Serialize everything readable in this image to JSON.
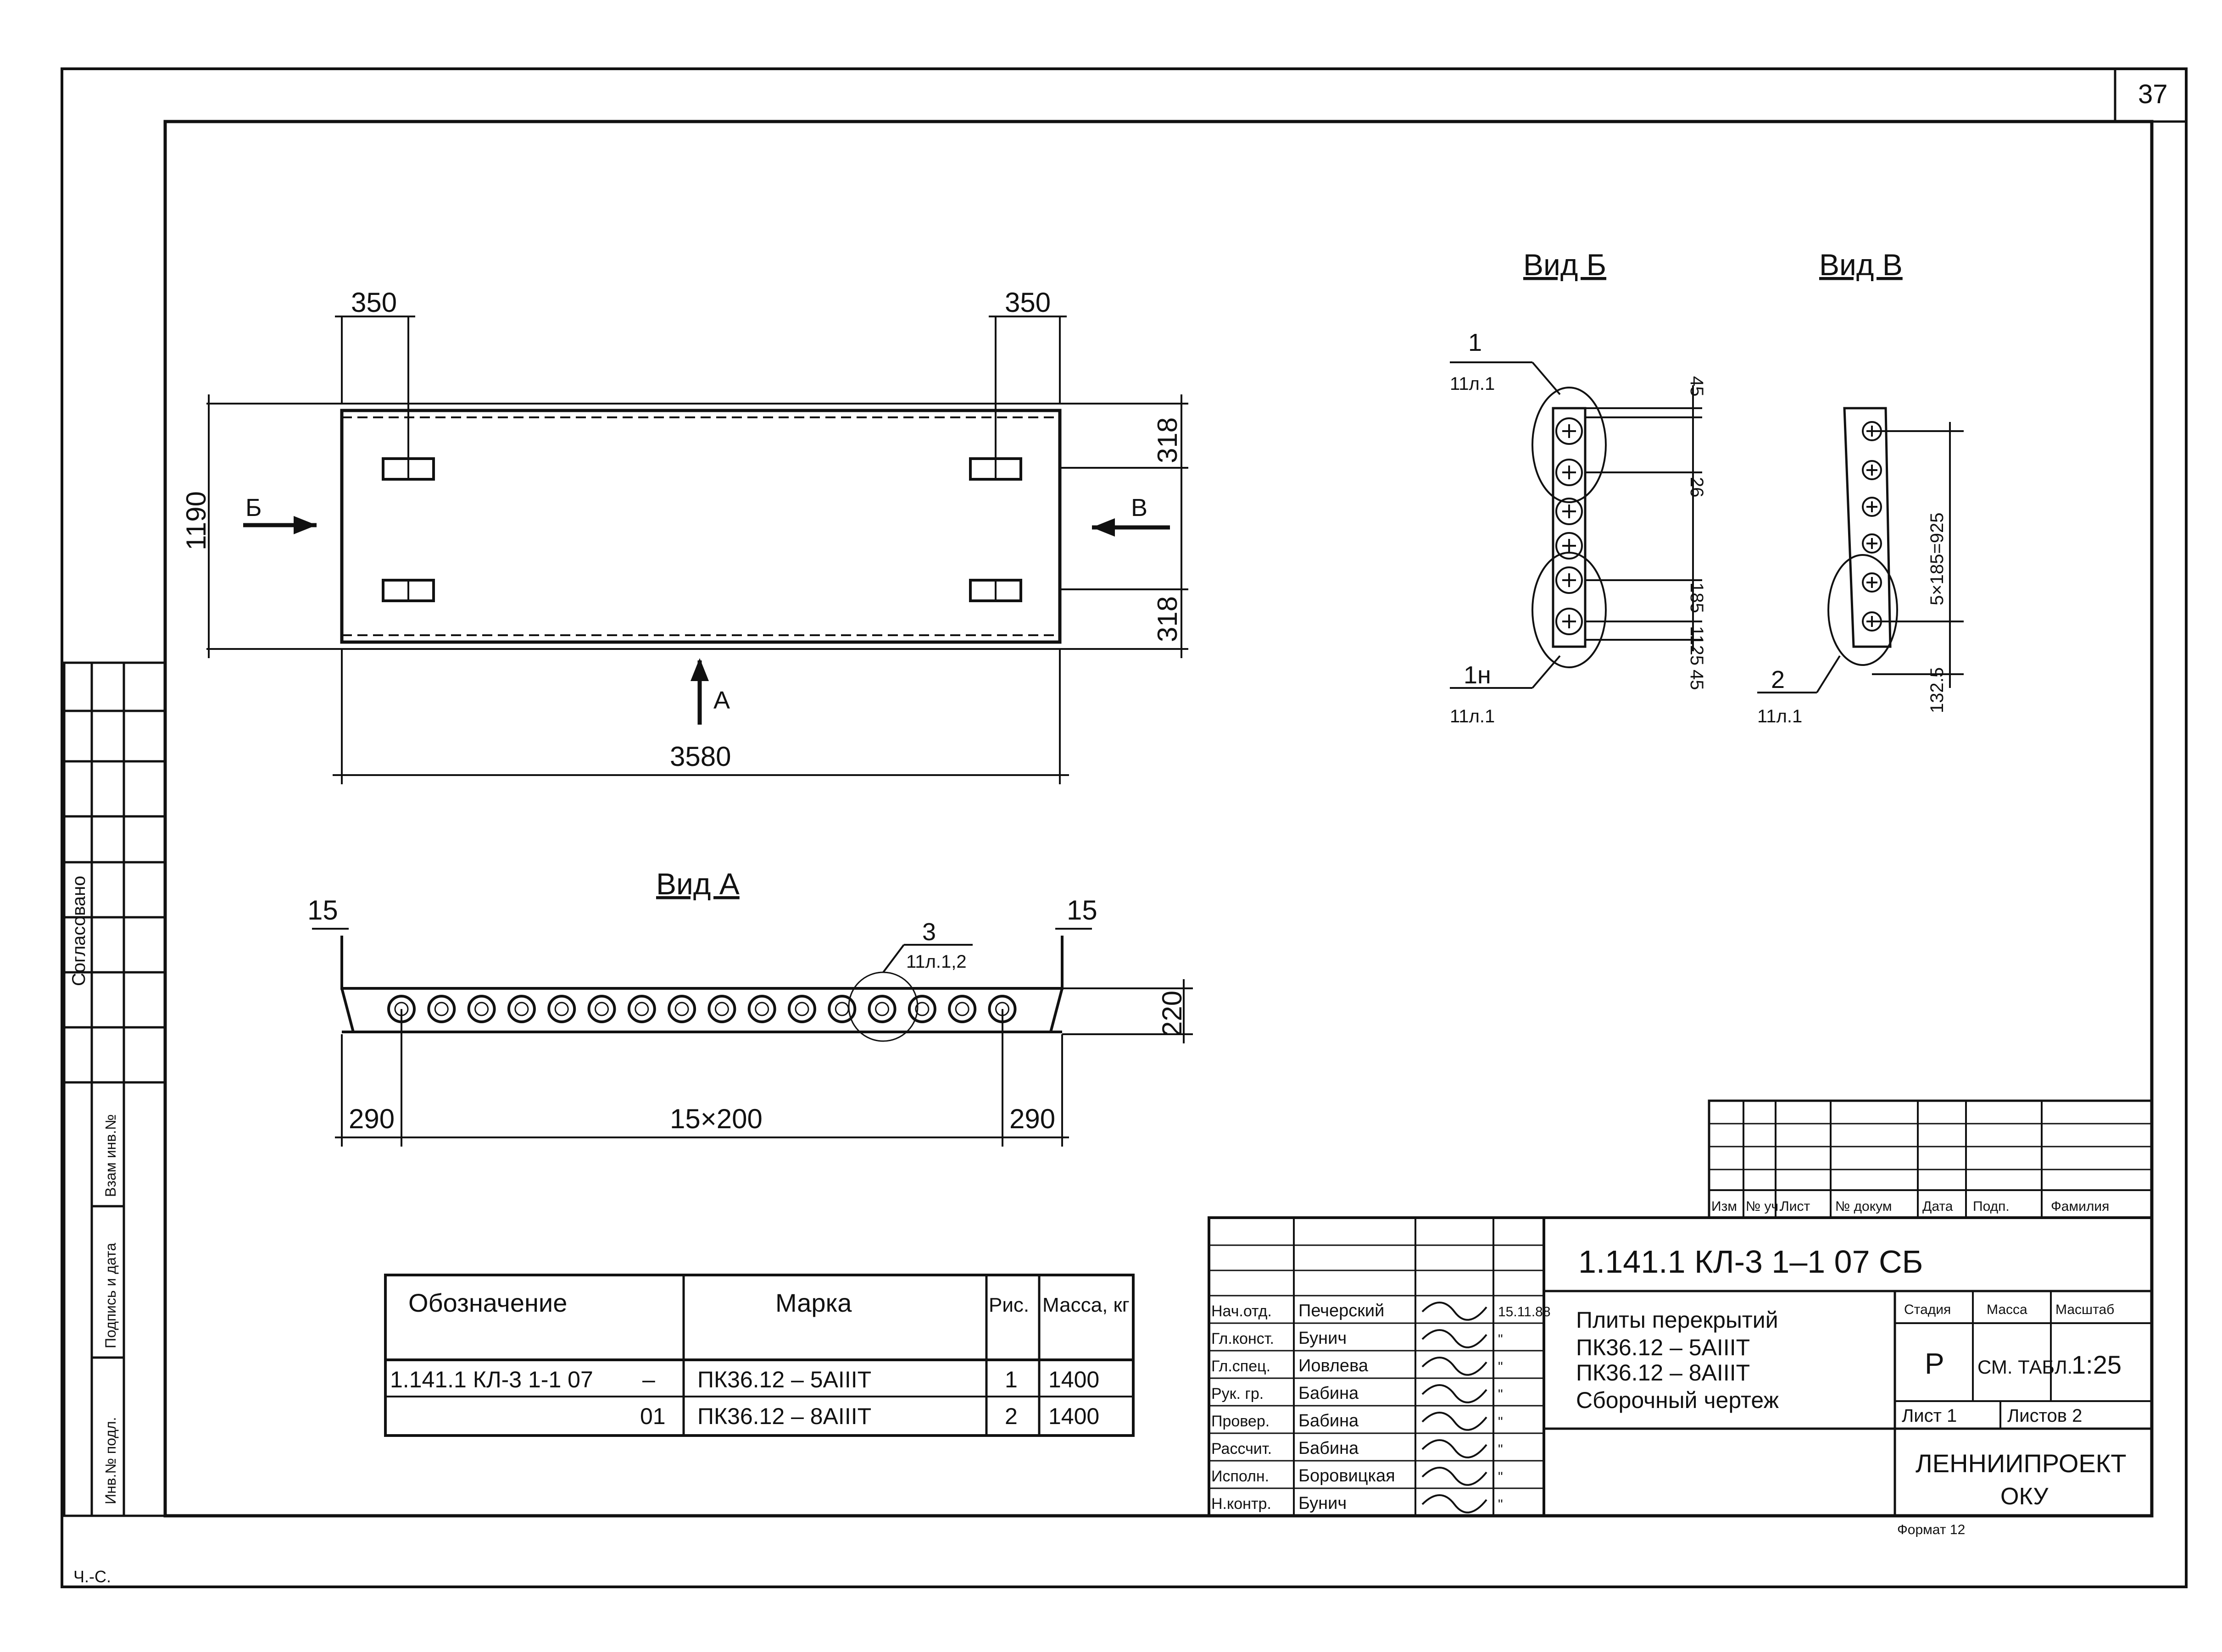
{
  "sheet_number": "37",
  "corner_scribble": "Ч.-С.",
  "side_stamp": {
    "agreed": "Согласовано",
    "replace_inv": "Взам инв.№",
    "sign_date": "Подпись и дата",
    "inv_orig": "Инв.№ подл."
  },
  "plan": {
    "dim_top_left": "350",
    "dim_top_right": "350",
    "dim_height": "1190",
    "dim_right_top": "318",
    "dim_right_bottom": "318",
    "dim_length": "3580",
    "arrow_b": "Б",
    "arrow_v": "В",
    "arrow_a": "А"
  },
  "view_a": {
    "title": "Вид А",
    "dim_left_end": "15",
    "dim_right_end": "15",
    "dim_height": "220",
    "dim_left": "290",
    "dim_middle": "15×200",
    "dim_right": "290",
    "callout_num": "3",
    "callout_sheet": "11л.1,2"
  },
  "view_b": {
    "title": "Вид Б",
    "callout_top_num": "1",
    "callout_top_sheet": "11л.1",
    "callout_bottom_num": "1н",
    "callout_bottom_sheet": "11л.1",
    "dim_1": "45",
    "dim_2": "26",
    "dim_3": "185",
    "dim_4": "1125",
    "dim_5": "45"
  },
  "view_v": {
    "title": "Вид В",
    "callout_num": "2",
    "callout_sheet": "11л.1",
    "dim_main": "5×185=925",
    "dim_bottom": "132.5"
  },
  "spec_table": {
    "headers": [
      "Обозначение",
      "Марка",
      "Рис.",
      "Масса, кг"
    ],
    "rows": [
      {
        "designation": "1.141.1 КЛ-3 1-1 07",
        "dash": "–",
        "mark": "ПК36.12 – 5АIIIТ",
        "fig": "1",
        "mass": "1400"
      },
      {
        "designation": "01",
        "dash": "",
        "mark": "ПК36.12 – 8АIIIТ",
        "fig": "2",
        "mass": "1400"
      }
    ]
  },
  "title_block": {
    "rev_headers": [
      "Изм",
      "№ уч.",
      "Лист",
      "№ докум",
      "Дата",
      "Подп.",
      "Фамилия"
    ],
    "code": "1.141.1 КЛ-3  1–1   07 СБ",
    "title_line1": "Плиты  перекрытий",
    "title_line2": "ПК36.12  – 5АIIIТ",
    "title_line3": "ПК36.12  – 8АIIIТ",
    "title_line4": "Сборочный  чертеж",
    "stage_header": "Стадия",
    "mass_header": "Масса",
    "scale_header": "Масштаб",
    "stage": "Р",
    "mass": "СМ. ТАБЛ.",
    "scale": "1:25",
    "sheet_label": "Лист 1",
    "sheets_label": "Листов 2",
    "org": "ЛЕННИИПРОЕКТ",
    "dept": "ОКУ",
    "format": "Формат 12",
    "signers": [
      {
        "role": "Нач.отд.",
        "name": "Печерский",
        "date": "15.11.88"
      },
      {
        "role": "Гл.конст.",
        "name": "Бунич",
        "date": "\""
      },
      {
        "role": "Гл.спец.",
        "name": "Иовлева",
        "date": "\""
      },
      {
        "role": "Рук. гр.",
        "name": "Бабина",
        "date": "\""
      },
      {
        "role": "Провер.",
        "name": "Бабина",
        "date": "\""
      },
      {
        "role": "Рассчит.",
        "name": "Бабина",
        "date": "\""
      },
      {
        "role": "Исполн.",
        "name": "Боровицкая",
        "date": "\""
      },
      {
        "role": "Н.контр.",
        "name": "Бунич",
        "date": "\""
      }
    ]
  }
}
